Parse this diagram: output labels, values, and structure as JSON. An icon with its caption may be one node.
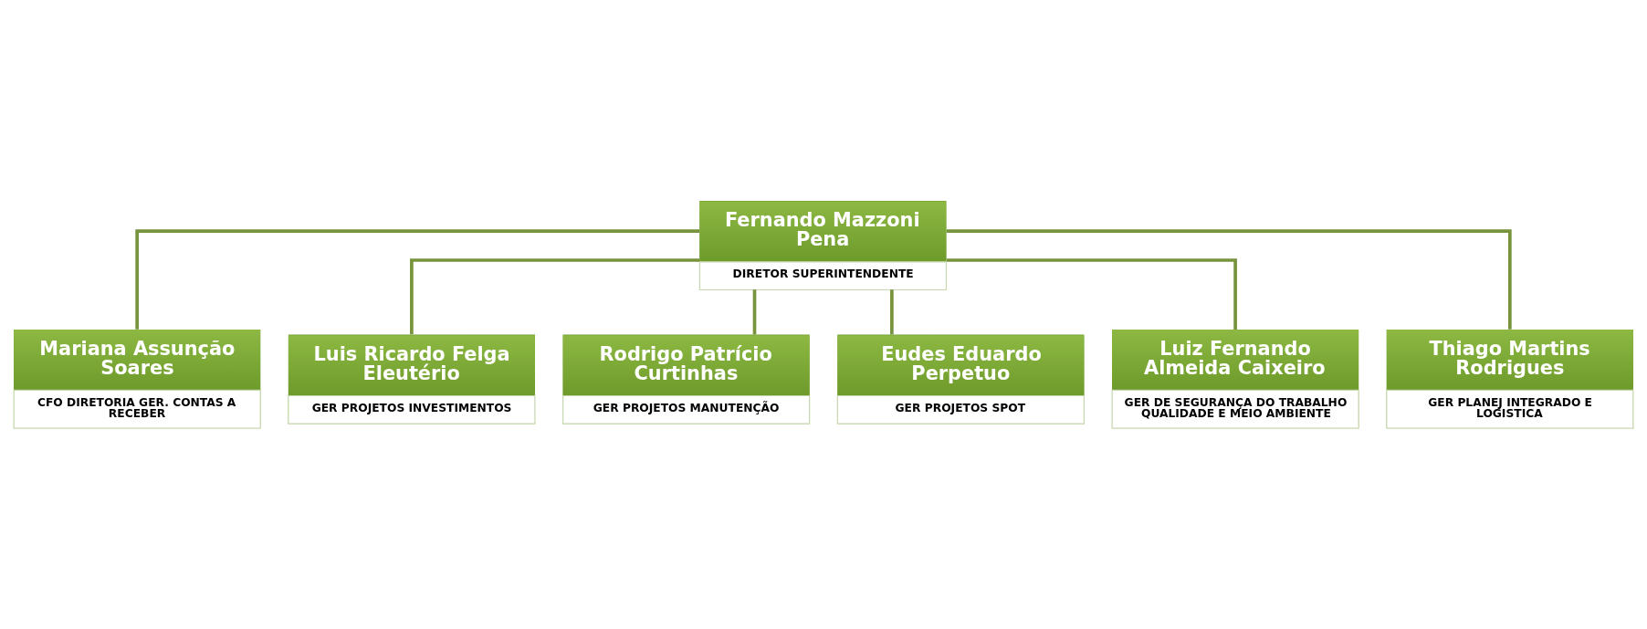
{
  "diagram": {
    "nodes": [
      {
        "text": [
          "Fernando Mazzoni Pena",
          "DIRETOR SUPERINTENDENTE"
        ]
      },
      {
        "text": [
          "Mariana Assunção Soares",
          "CFO DIRETORIA GER. CONTAS A RECEBER"
        ]
      },
      {
        "text": [
          "Luis Ricardo Felga Eleutério",
          "GER PROJETOS INVESTIMENTOS"
        ]
      },
      {
        "text": [
          "Rodrigo Patrício Curtinhas",
          "GER PROJETOS MANUTENÇÃO"
        ]
      },
      {
        "text": [
          "Eudes Eduardo Perpetuo",
          "GER PROJETOS SPOT"
        ]
      },
      {
        "text": [
          "Luiz Fernando Almeida Caixeiro",
          "GER DE SEGURANÇA DO TRABALHO QUALIDADE E MEIO AMBIENTE"
        ]
      },
      {
        "text": [
          "Thiago Martins Rodrigues",
          "GER PLANEJ INTEGRADO E LOGISTICA"
        ]
      }
    ],
    "edges": [
      {
        "from": 0,
        "to": 1,
        "arrow": "none"
      },
      {
        "from": 0,
        "to": 2,
        "arrow": "none"
      },
      {
        "from": 0,
        "to": 3,
        "arrow": "none"
      },
      {
        "from": 0,
        "to": 4,
        "arrow": "none"
      },
      {
        "from": 0,
        "to": 5,
        "arrow": "none"
      },
      {
        "from": 0,
        "to": 6,
        "arrow": "none"
      }
    ]
  }
}
